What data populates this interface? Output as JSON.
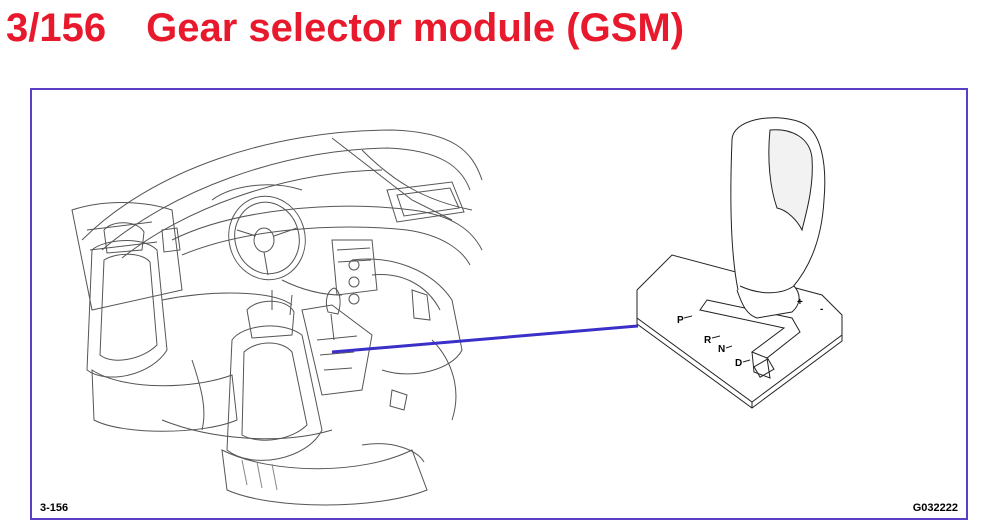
{
  "title": {
    "number": "3/156",
    "text": "Gear selector module (GSM)",
    "color": "#e8192c"
  },
  "frame": {
    "border_color": "#5b3fc4"
  },
  "leader_line_color": "#3a2fc8",
  "figure_codes": {
    "left": "3-156",
    "right": "G032222"
  },
  "gear_labels": [
    "P",
    "R",
    "N",
    "D"
  ],
  "shift_marks": [
    "+",
    "-"
  ],
  "icons": [
    "car-interior-illustration",
    "gear-selector-illustration"
  ]
}
